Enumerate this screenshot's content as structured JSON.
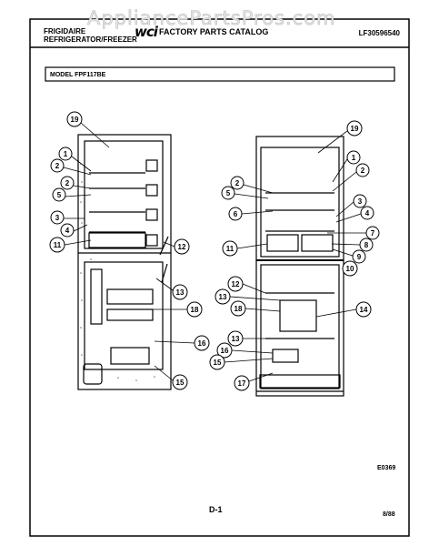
{
  "watermark": "AppliancePartsPros.com",
  "header": {
    "brand_line1": "FRIGIDAIRE",
    "brand_line2": "REFRIGERATOR/FREEZER",
    "logo_text": "wci",
    "catalog_title": "FACTORY PARTS CATALOG",
    "part_number": "LF30596540"
  },
  "model_label": "MODEL FPF117BE",
  "callouts": {
    "left": [
      "19",
      "1",
      "2",
      "2",
      "5",
      "3",
      "4",
      "11",
      "12",
      "13",
      "18",
      "16",
      "15"
    ],
    "right": [
      "19",
      "1",
      "2",
      "2",
      "5",
      "3",
      "4",
      "6",
      "7",
      "8",
      "9",
      "10",
      "11",
      "12",
      "13",
      "18",
      "14",
      "13",
      "16",
      "15",
      "17"
    ]
  },
  "diagram_code": "E0369",
  "page_number": "D-1",
  "date_code": "8/88"
}
